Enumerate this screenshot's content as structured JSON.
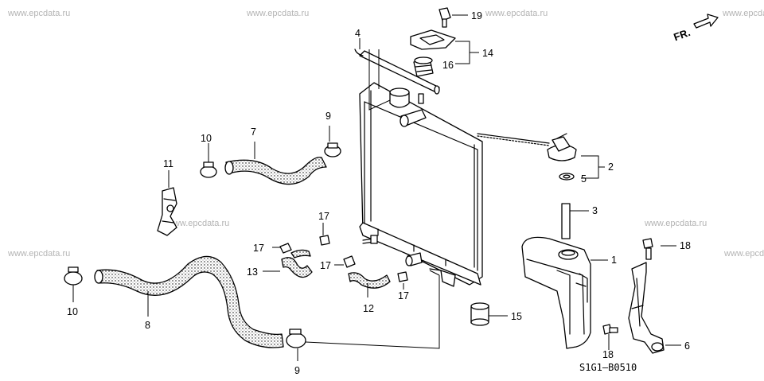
{
  "watermark": "www.epcdata.ru",
  "diagram_code": "S1G1—B0510",
  "front_label": "FR.",
  "callouts": {
    "c1": "1",
    "c2": "2",
    "c3": "3",
    "c4": "4",
    "c5": "5",
    "c6": "6",
    "c7": "7",
    "c8": "8",
    "c9a": "9",
    "c9b": "9",
    "c10a": "10",
    "c10b": "10",
    "c11": "11",
    "c12": "12",
    "c13": "13",
    "c14": "14",
    "c15": "15",
    "c16": "16",
    "c17a": "17",
    "c17b": "17",
    "c17c": "17",
    "c17d": "17",
    "c18a": "18",
    "c18b": "18",
    "c19": "19"
  }
}
